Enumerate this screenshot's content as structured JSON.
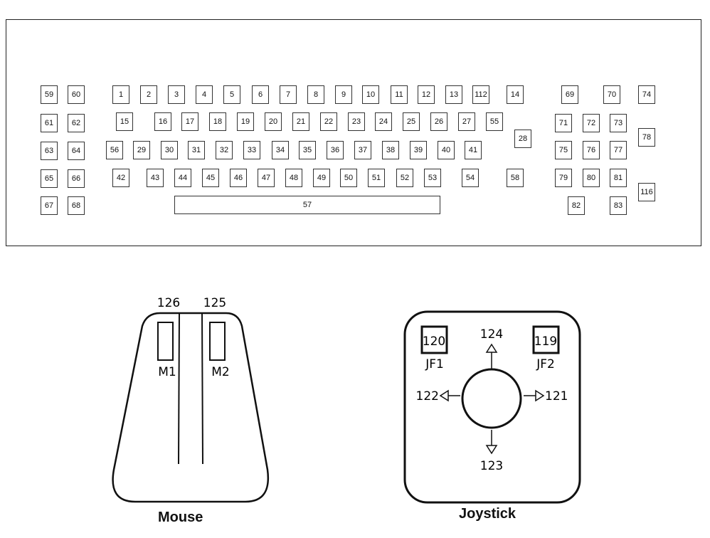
{
  "keyboard": {
    "keys": [
      "59",
      "60",
      "1",
      "2",
      "3",
      "4",
      "5",
      "6",
      "7",
      "8",
      "9",
      "10",
      "11",
      "12",
      "13",
      "112",
      "14",
      "69",
      "70",
      "74",
      "61",
      "62",
      "15",
      "16",
      "17",
      "18",
      "19",
      "20",
      "21",
      "22",
      "23",
      "24",
      "25",
      "26",
      "27",
      "55",
      "28",
      "71",
      "72",
      "73",
      "78",
      "63",
      "64",
      "56",
      "29",
      "30",
      "31",
      "32",
      "33",
      "34",
      "35",
      "36",
      "37",
      "38",
      "39",
      "40",
      "41",
      "75",
      "76",
      "77",
      "65",
      "66",
      "42",
      "43",
      "44",
      "45",
      "46",
      "47",
      "48",
      "49",
      "50",
      "51",
      "52",
      "53",
      "54",
      "58",
      "79",
      "80",
      "81",
      "116",
      "67",
      "68",
      "57",
      "82",
      "83"
    ]
  },
  "mouse": {
    "caption": "Mouse",
    "left_button_code": "126",
    "right_button_code": "125",
    "left_button_label": "M1",
    "right_button_label": "M2"
  },
  "joystick": {
    "caption": "Joystick",
    "fire1_code": "120",
    "fire2_code": "119",
    "fire1_label": "JF1",
    "fire2_label": "JF2",
    "up_code": "124",
    "down_code": "123",
    "left_code": "122",
    "right_code": "121"
  }
}
